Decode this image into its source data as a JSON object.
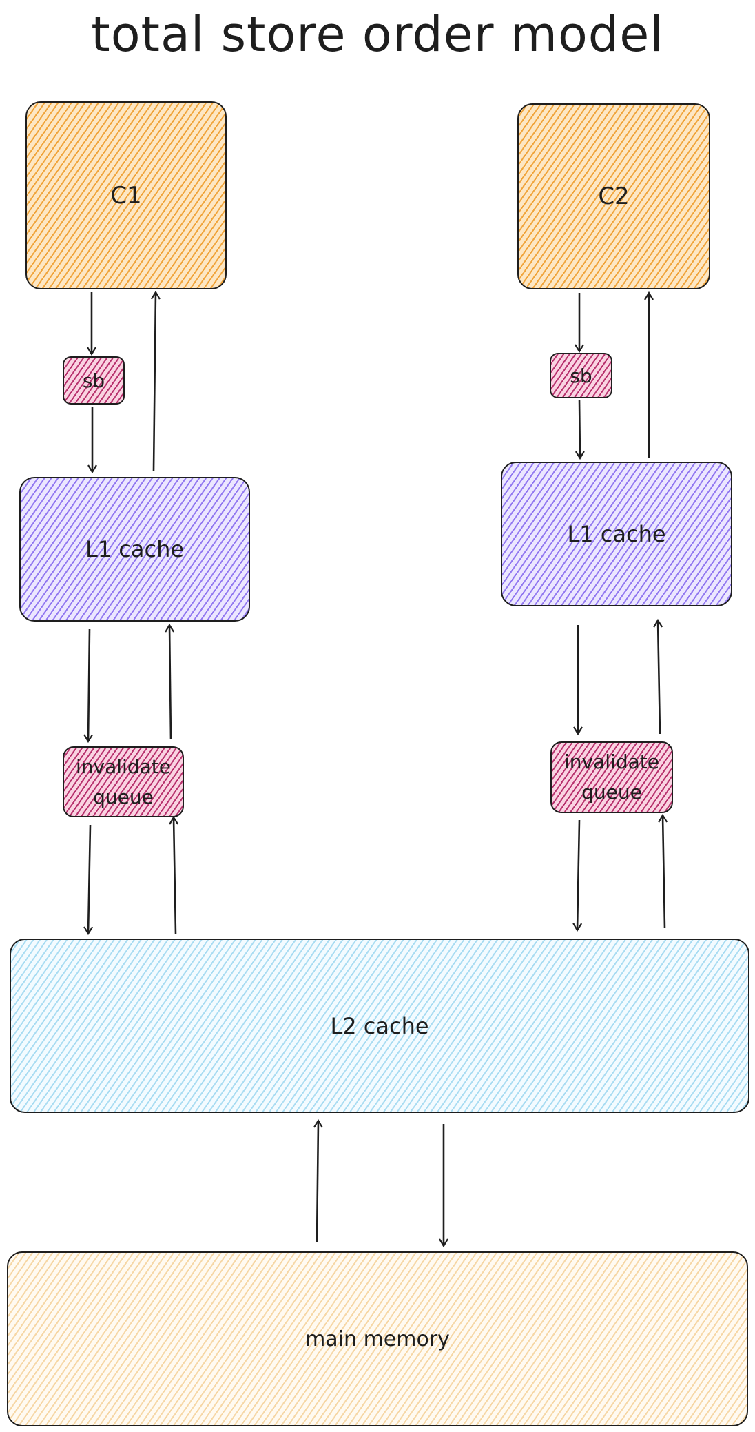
{
  "diagram": {
    "title": "total store order model",
    "nodes": {
      "c1": "C1",
      "c2": "C2",
      "sb_left": "sb",
      "sb_right": "sb",
      "l1_left": "L1 cache",
      "l1_right": "L1 cache",
      "iq_left": "invalidate queue",
      "iq_right": "invalidate queue",
      "l2": "L2 cache",
      "memory": "main memory"
    },
    "colors": {
      "core": "#f0a43b",
      "store_buffer": "#b8326e",
      "l1_cache": "#9279f0",
      "invalidate_queue": "#b8326e",
      "l2_cache": "#a9dcf2",
      "main_memory": "#f6d7a6",
      "stroke": "#1e1e1e"
    }
  }
}
